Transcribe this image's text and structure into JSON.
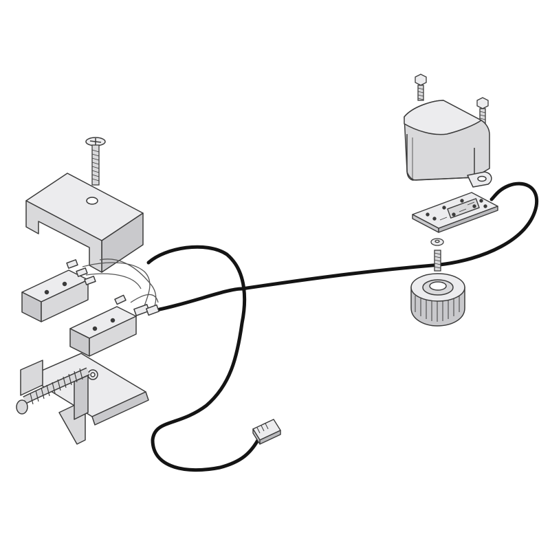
{
  "diagram": {
    "type": "exploded-parts-illustration",
    "background": "#ffffff",
    "colors": {
      "part_fill": "#d9d9db",
      "part_fill_dark": "#b9b9bc",
      "part_fill_light": "#ececee",
      "outline": "#3a3a3a",
      "cable": "#141414",
      "wire": "#555555"
    },
    "parts": [
      {
        "id": "screw-long",
        "icon": "phillips-screw-icon"
      },
      {
        "id": "switch-cover",
        "icon": "bracket-cover-icon"
      },
      {
        "id": "micro-switch-1",
        "icon": "micro-switch-icon"
      },
      {
        "id": "micro-switch-2",
        "icon": "micro-switch-icon"
      },
      {
        "id": "spring-bracket",
        "icon": "spring-bracket-icon"
      },
      {
        "id": "bolt-1",
        "icon": "hex-bolt-icon"
      },
      {
        "id": "bolt-2",
        "icon": "hex-bolt-icon"
      },
      {
        "id": "sensor-housing",
        "icon": "housing-cover-icon"
      },
      {
        "id": "circuit-board",
        "icon": "circuit-board-icon"
      },
      {
        "id": "washer",
        "icon": "washer-icon"
      },
      {
        "id": "threaded-stud",
        "icon": "stud-icon"
      },
      {
        "id": "knob",
        "icon": "knurled-knob-icon"
      },
      {
        "id": "connector",
        "icon": "plug-connector-icon"
      },
      {
        "id": "cable",
        "icon": "cable-harness-icon"
      }
    ]
  }
}
